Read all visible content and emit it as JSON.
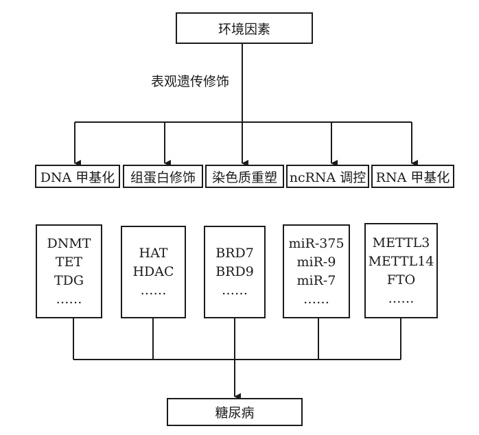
{
  "top": {
    "label": "环境因素"
  },
  "edge_label": "表观遗传修饰",
  "categories": [
    {
      "label": "DNA 甲基化"
    },
    {
      "label": "组蛋白修饰"
    },
    {
      "label": "染色质重塑"
    },
    {
      "label": "ncRNA 调控"
    },
    {
      "label": "RNA 甲基化"
    }
  ],
  "genes": [
    {
      "items": [
        "DNMT",
        "TET",
        "TDG",
        "……"
      ]
    },
    {
      "items": [
        "HAT",
        "HDAC",
        "……"
      ]
    },
    {
      "items": [
        "BRD7",
        "BRD9",
        "……"
      ]
    },
    {
      "items": [
        "miR-375",
        "miR-9",
        "miR-7",
        "……"
      ]
    },
    {
      "items": [
        "METTL3",
        "METTL14",
        "FTO",
        "……"
      ]
    }
  ],
  "bottom": {
    "label": "糖尿病"
  }
}
